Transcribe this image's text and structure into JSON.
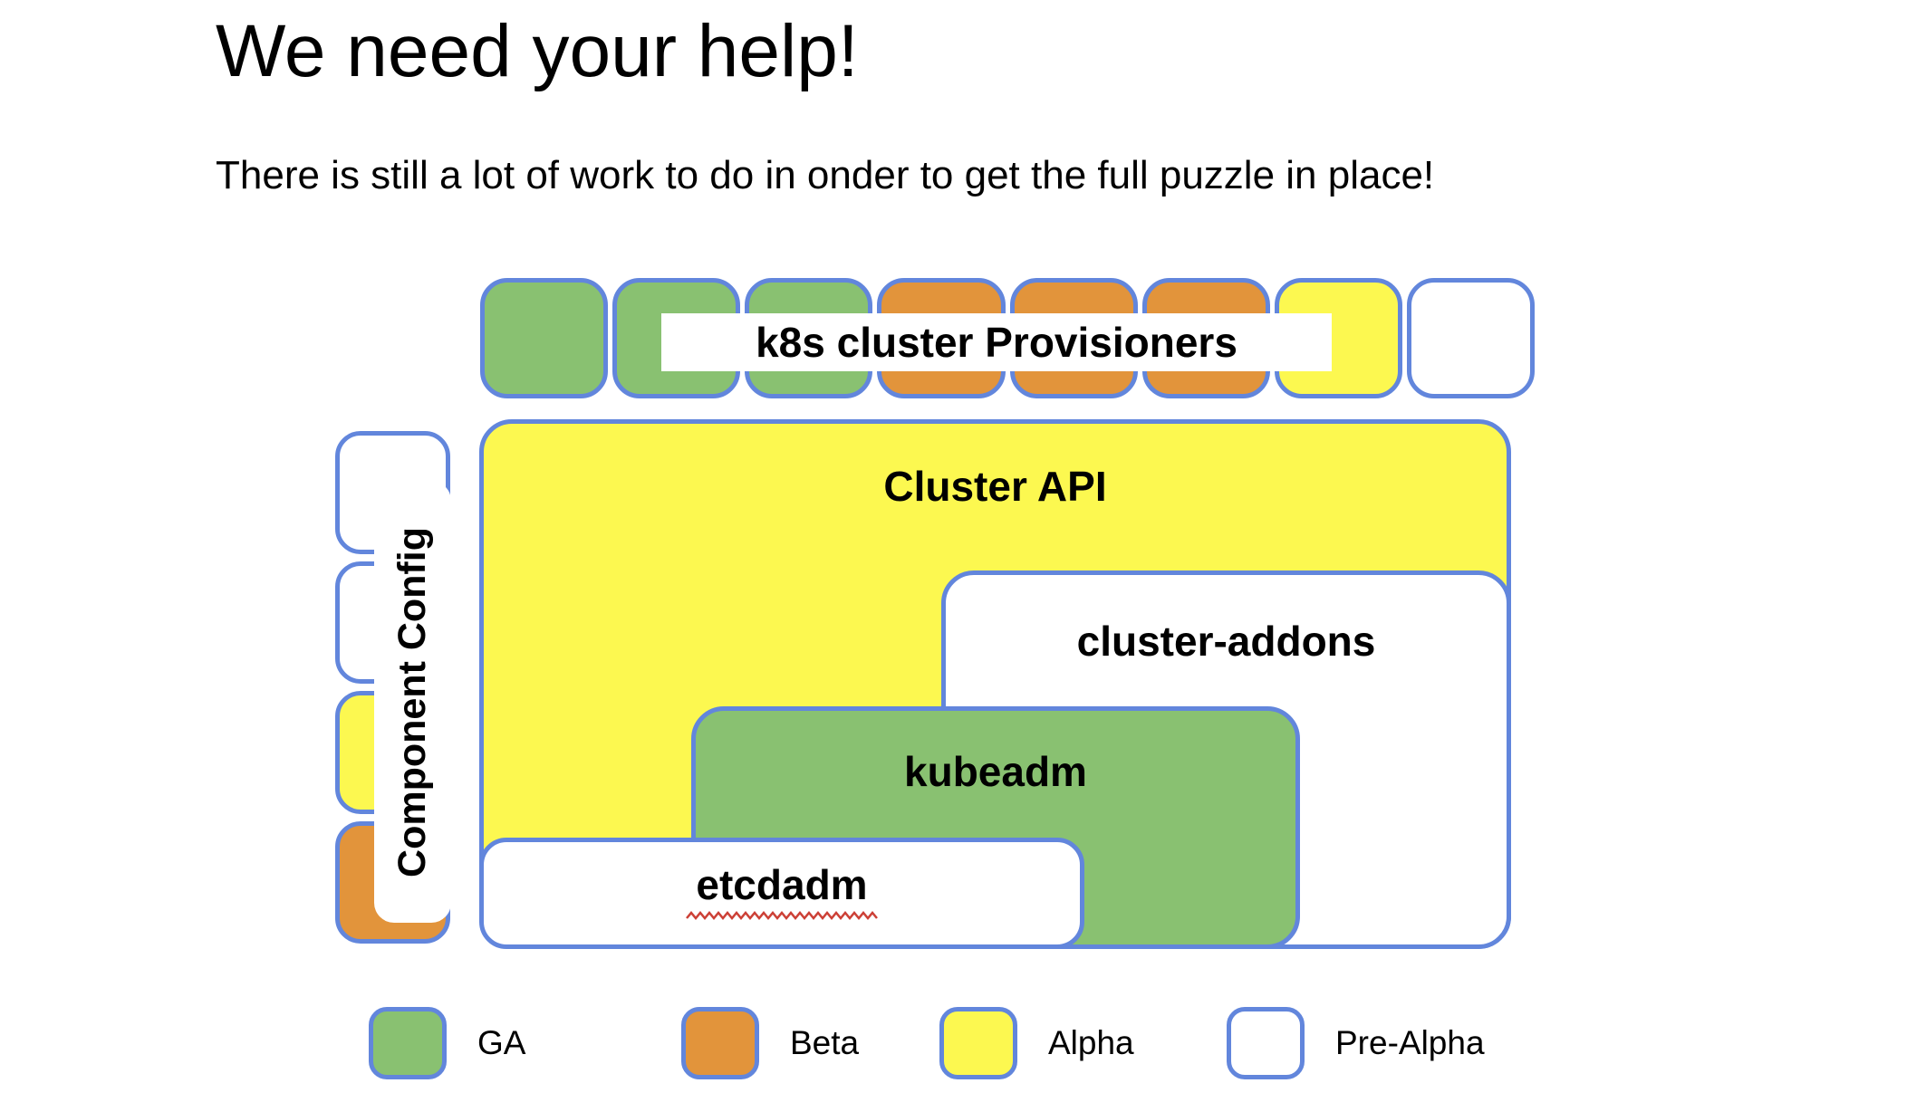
{
  "slide": {
    "title": "We need your help!",
    "subtitle": "There is still a lot of work to do in onder to get the full puzzle in place!"
  },
  "colors": {
    "ga": "#89C171",
    "beta": "#E2943B",
    "alpha": "#FCF850",
    "prealpha": "#FFFFFF",
    "border": "#6286DC",
    "text": "#000000",
    "squiggle": "#CC4036"
  },
  "diagram": {
    "provisioners_row": {
      "label": "k8s cluster Provisioners",
      "pieces": [
        "ga",
        "ga",
        "ga",
        "beta",
        "beta",
        "beta",
        "alpha",
        "prealpha"
      ]
    },
    "component_config": {
      "label": "Component Config",
      "pieces": [
        "prealpha",
        "prealpha",
        "alpha",
        "beta"
      ]
    },
    "cluster_api": {
      "label": "Cluster API"
    },
    "cluster_addons": {
      "label": "cluster-addons"
    },
    "kubeadm": {
      "label": "kubeadm"
    },
    "etcdadm": {
      "label": "etcdadm"
    }
  },
  "legend": {
    "items": [
      {
        "status": "ga",
        "label": "GA"
      },
      {
        "status": "beta",
        "label": "Beta"
      },
      {
        "status": "alpha",
        "label": "Alpha"
      },
      {
        "status": "prealpha",
        "label": "Pre-Alpha"
      }
    ]
  }
}
